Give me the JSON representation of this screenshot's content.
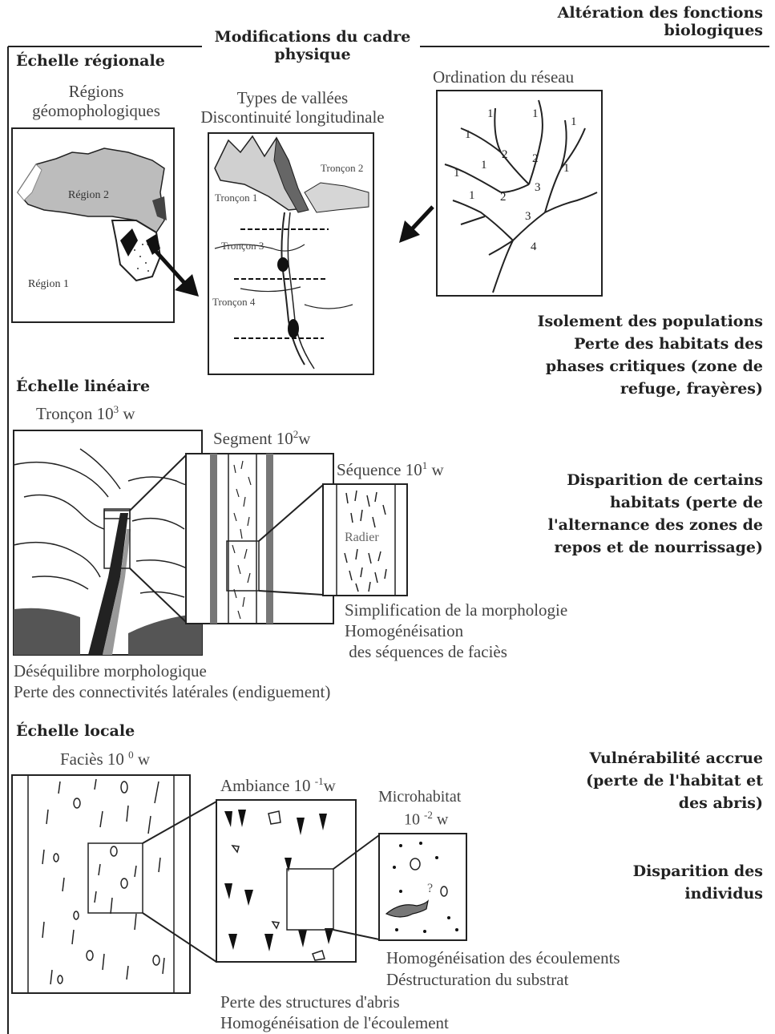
{
  "header": {
    "center_title_line1": "Modifications du cadre",
    "center_title_line2": "physique",
    "right_title_line1": "Altération des fonctions",
    "right_title_line2": "biologiques"
  },
  "regional": {
    "scale_label": "Échelle régionale",
    "regions_line1": "Régions",
    "regions_line2": "géomophologiques",
    "region1": "Région 1",
    "region2": "Région 2",
    "valleys_line1": "Types de vallées",
    "valleys_line2": "Discontinuité longitudinale",
    "troncon1": "Tronçon 1",
    "troncon2": "Tronçon 2",
    "troncon3": "Tronçon 3",
    "troncon4": "Tronçon 4",
    "network_title": "Ordination du réseau",
    "stream_orders": [
      "1",
      "1",
      "1",
      "1",
      "1",
      "1",
      "1",
      "1",
      "2",
      "2",
      "2",
      "3",
      "3",
      "4"
    ],
    "impacts": [
      "Isolement des populations",
      "Perte des habitats des",
      "phases critiques (zone de",
      "refuge, frayères)"
    ]
  },
  "linear": {
    "scale_label": "Échelle linéaire",
    "troncon": "Tronçon 10",
    "troncon_exp": "3",
    "troncon_unit": " w",
    "segment": "Segment 10",
    "segment_exp": "2",
    "segment_unit": "w",
    "sequence": "Séquence 10",
    "sequence_exp": "1",
    "sequence_unit": " w",
    "radier": "Radier",
    "notes_right": [
      "Simplification de la morphologie",
      "Homogénéisation",
      " des séquences de faciès"
    ],
    "notes_bottom": [
      "Déséquilibre morphologique",
      "Perte des connectivités latérales (endiguement)"
    ],
    "impacts": [
      "Disparition de certains",
      "habitats (perte de",
      "l'alternance des zones de",
      "repos et de nourrissage)"
    ]
  },
  "local": {
    "scale_label": "Échelle locale",
    "facies": "Faciès 10 ",
    "facies_exp": "0",
    "facies_unit": " w",
    "ambiance": "Ambiance 10 ",
    "ambiance_exp": "-1",
    "ambiance_unit": "w",
    "microhabitat": "Microhabitat",
    "micro_scale": "10 ",
    "micro_exp": "-2",
    "micro_unit": " w",
    "question": "?",
    "notes_right": [
      "Homogénéisation des écoulements",
      "Déstructuration du substrat"
    ],
    "notes_bottom": [
      "Perte des structures d'abris",
      "Homogénéisation de l'écoulement"
    ],
    "impacts1": [
      "Vulnérabilité accrue",
      "(perte de l'habitat et",
      "des abris)"
    ],
    "impacts2": [
      "Disparition des",
      "individus"
    ]
  }
}
